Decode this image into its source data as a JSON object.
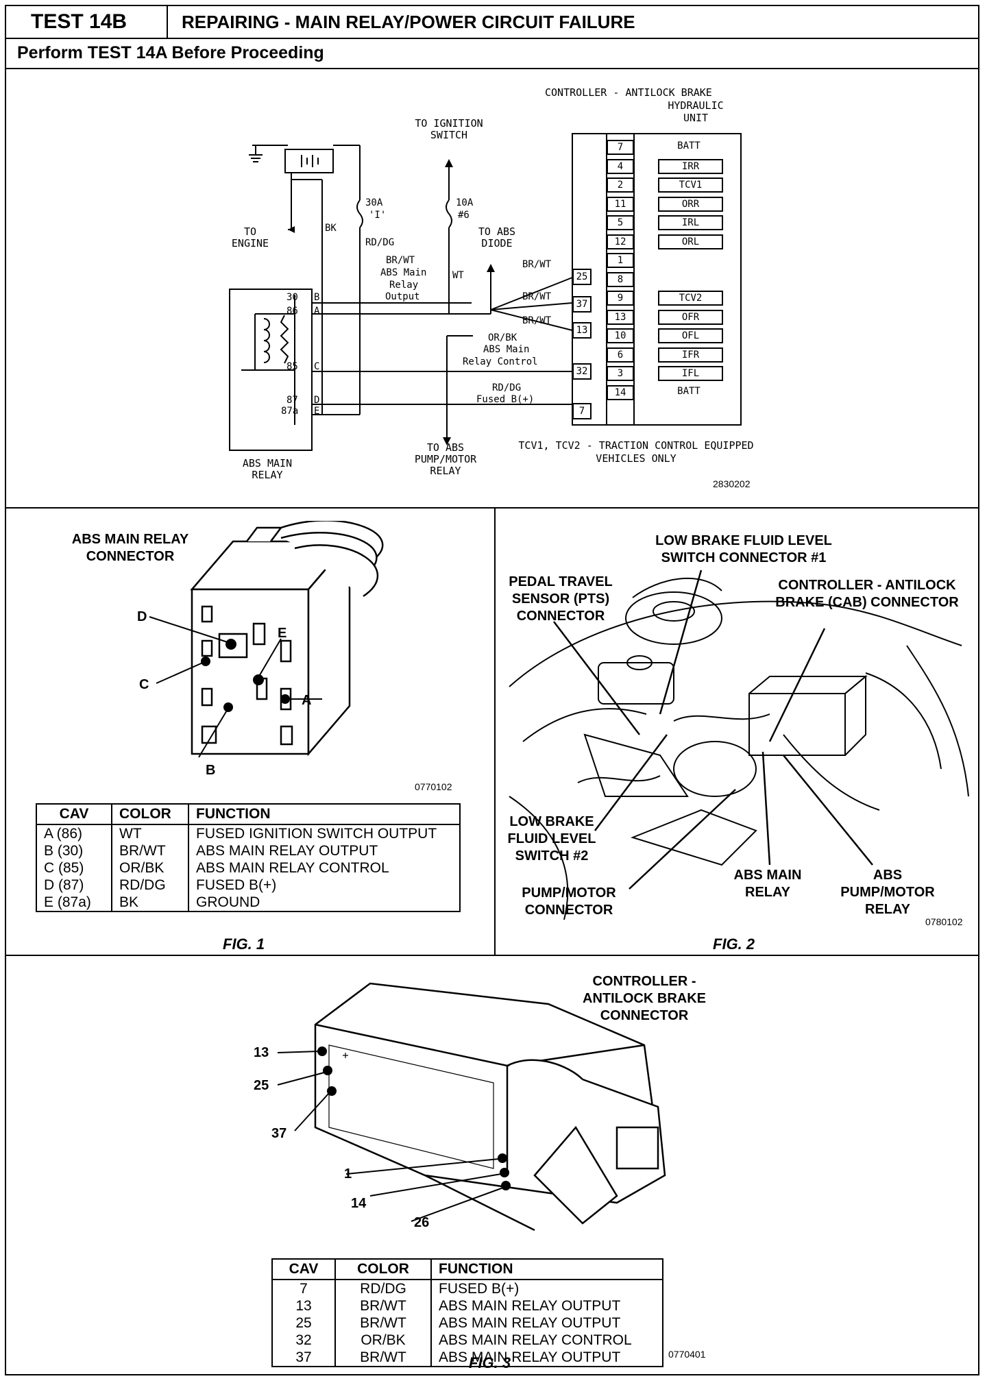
{
  "header": {
    "test_id": "TEST 14B",
    "title": "REPAIRING - MAIN RELAY/POWER CIRCUIT FAILURE",
    "subtitle": "Perform TEST 14A Before Proceeding"
  },
  "schematic": {
    "cab_label": "CONTROLLER - ANTILOCK BRAKE",
    "hcu_label": "HYDRAULIC UNIT",
    "to_ignition": "TO IGNITION SWITCH",
    "to_engine": "TO ENGINE",
    "to_abs_diode": "TO ABS DIODE",
    "to_pump_relay": "TO ABS PUMP/MOTOR RELAY",
    "relay_label": "ABS MAIN RELAY",
    "fuse_30a": "30A",
    "fuse_30a_id": "'I'",
    "fuse_10a": "10A",
    "fuse_10a_id": "#6",
    "wire_bk": "BK",
    "wire_rddg": "RD/DG",
    "wire_brwt": "BR/WT",
    "wire_wt": "WT",
    "wire_orbk": "OR/BK",
    "abs_main": "ABS Main",
    "relay_word": "Relay",
    "output_word": "Output",
    "relay_control": "Relay Control",
    "fused_b": "Fused B(+)",
    "relay_pins": [
      "30",
      "86",
      "85",
      "87",
      "87a"
    ],
    "relay_letters": [
      "B",
      "A",
      "C",
      "D",
      "E"
    ],
    "cab_pins_left": [
      "25",
      "37",
      "13",
      "32",
      "7"
    ],
    "cab_pins": [
      "7",
      "4",
      "2",
      "11",
      "5",
      "12",
      "1",
      "8",
      "9",
      "13",
      "10",
      "6",
      "3",
      "14"
    ],
    "hcu_items": [
      "BATT",
      "IRR",
      "TCV1",
      "ORR",
      "IRL",
      "ORL",
      "",
      "",
      "TCV2",
      "OFR",
      "OFL",
      "IFR",
      "IFL",
      "BATT"
    ],
    "note": "TCV1, TCV2 - TRACTION CONTROL EQUIPPED VEHICLES ONLY",
    "code": "2830202"
  },
  "fig1": {
    "title": "ABS MAIN RELAY CONNECTOR",
    "pins": [
      "D",
      "E",
      "C",
      "A",
      "B"
    ],
    "code": "0770102",
    "caption": "FIG. 1",
    "table": {
      "headers": [
        "CAV",
        "COLOR",
        "FUNCTION"
      ],
      "rows": [
        [
          "A (86)",
          "WT",
          "FUSED IGNITION SWITCH OUTPUT"
        ],
        [
          "B (30)",
          "BR/WT",
          "ABS MAIN RELAY OUTPUT"
        ],
        [
          "C (85)",
          "OR/BK",
          "ABS MAIN RELAY CONTROL"
        ],
        [
          "D (87)",
          "RD/DG",
          "FUSED B(+)"
        ],
        [
          "E (87a)",
          "BK",
          "GROUND"
        ]
      ]
    }
  },
  "fig2": {
    "labels": {
      "low_fluid_1": "LOW BRAKE FLUID LEVEL SWITCH CONNECTOR #1",
      "pts": "PEDAL TRAVEL SENSOR (PTS) CONNECTOR",
      "cab": "CONTROLLER - ANTILOCK BRAKE (CAB) CONNECTOR",
      "low_fluid_2": "LOW BRAKE FLUID LEVEL SWITCH #2",
      "pump_conn": "PUMP/MOTOR CONNECTOR",
      "main_relay": "ABS MAIN RELAY",
      "pump_relay": "ABS PUMP/MOTOR RELAY"
    },
    "code": "0780102",
    "caption": "FIG. 2"
  },
  "fig3": {
    "title": "CONTROLLER - ANTILOCK BRAKE CONNECTOR",
    "pins": [
      "13",
      "25",
      "37",
      "1",
      "14",
      "26"
    ],
    "code": "0770401",
    "caption": "FIG. 3",
    "table": {
      "headers": [
        "CAV",
        "COLOR",
        "FUNCTION"
      ],
      "rows": [
        [
          "7",
          "RD/DG",
          "FUSED B(+)"
        ],
        [
          "13",
          "BR/WT",
          "ABS MAIN RELAY OUTPUT"
        ],
        [
          "25",
          "BR/WT",
          "ABS MAIN RELAY OUTPUT"
        ],
        [
          "32",
          "OR/BK",
          "ABS MAIN RELAY CONTROL"
        ],
        [
          "37",
          "BR/WT",
          "ABS MAIN RELAY OUTPUT"
        ]
      ]
    }
  }
}
